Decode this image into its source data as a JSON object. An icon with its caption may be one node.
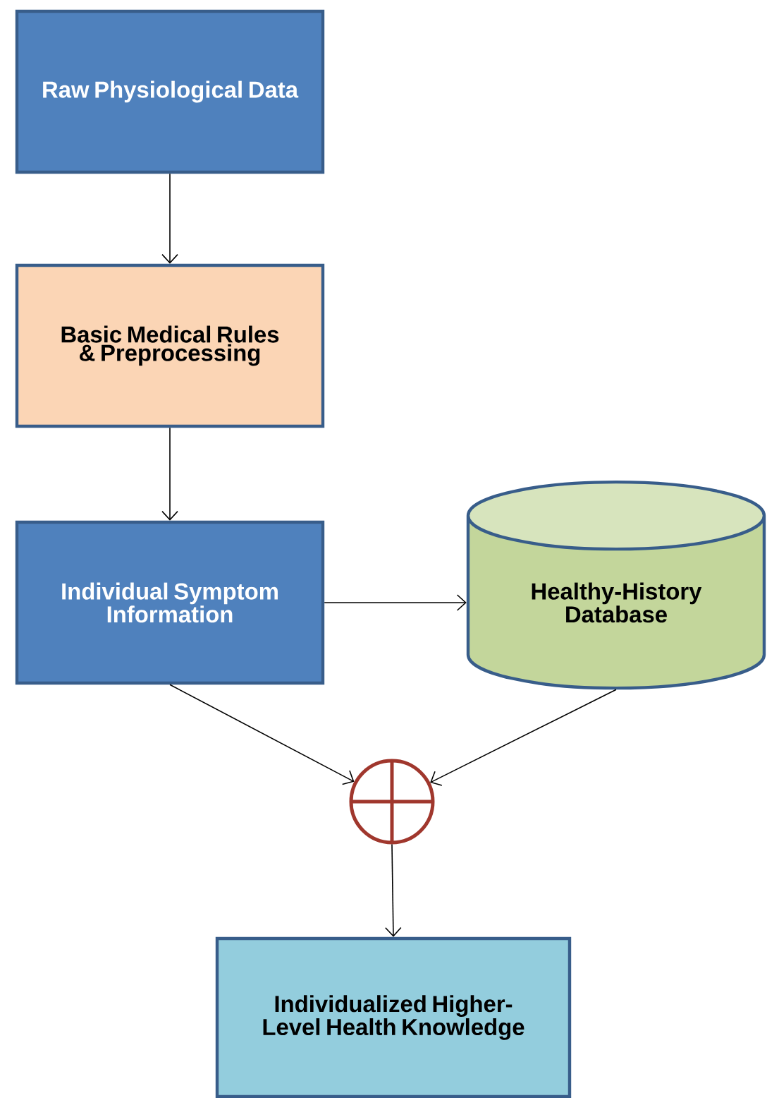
{
  "diagram": {
    "nodes": [
      {
        "text": [
          "Raw Physiological Data"
        ]
      },
      {
        "text": [
          "Basic Medical Rules & Preprocessing"
        ]
      },
      {
        "text": [
          "Individual Symptom Information"
        ]
      },
      {
        "text": [
          "Healthy-History Database"
        ]
      },
      {
        "text": [],
        "shape": "circle"
      },
      {
        "text": [
          "Individualized Higher-Level Health Knowledge"
        ]
      }
    ],
    "edges": [
      {
        "from": 0,
        "to": 1,
        "arrow": "to"
      },
      {
        "from": 1,
        "to": 2,
        "arrow": "to"
      },
      {
        "from": 2,
        "to": 3,
        "arrow": "to"
      },
      {
        "from": 2,
        "to": 4,
        "arrow": "to"
      },
      {
        "from": 3,
        "to": 4,
        "arrow": "to"
      },
      {
        "from": 4,
        "to": 5,
        "arrow": "to"
      }
    ]
  }
}
